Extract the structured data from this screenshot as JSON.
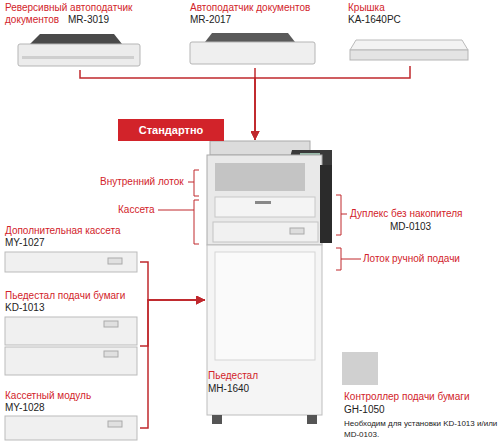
{
  "diagram": {
    "nodes": [
      {
        "text": [
          "Реверсивный автоподатчик документов",
          "MR-3019"
        ]
      },
      {
        "text": [
          "Автоподатчик документов",
          "MR-2017"
        ]
      },
      {
        "text": [
          "Крышка",
          "KA-1640PC"
        ]
      },
      {
        "text": [
          "Стандартно"
        ]
      },
      {
        "text": [
          "Внутренний лоток",
          "Кассета",
          "Дуплекс без накопителя",
          "MD-0103",
          "Лоток ручной подачи"
        ]
      },
      {
        "text": [
          "Дополнительная кассета",
          "MY-1027"
        ]
      },
      {
        "text": [
          "Пьедестал подачи бумаги",
          "KD-1013"
        ]
      },
      {
        "text": [
          "Кассетный модуль",
          "MY-1028"
        ]
      },
      {
        "text": [
          "Пьедестал",
          "MH-1640"
        ]
      },
      {
        "text": [
          "Контроллер подачи бумаги",
          "GH-1050",
          "Необходим для установки KD-1013 и/или MD-0103."
        ]
      }
    ],
    "edges": [
      {
        "from": 0,
        "to": 4,
        "arrow": "to"
      },
      {
        "from": 1,
        "to": 4,
        "arrow": "to"
      },
      {
        "from": 2,
        "to": 4,
        "arrow": "to"
      },
      {
        "from": 5,
        "to": 8,
        "arrow": "to"
      },
      {
        "from": 6,
        "to": 8,
        "arrow": "to"
      },
      {
        "from": 7,
        "to": 8,
        "arrow": "to"
      }
    ]
  }
}
